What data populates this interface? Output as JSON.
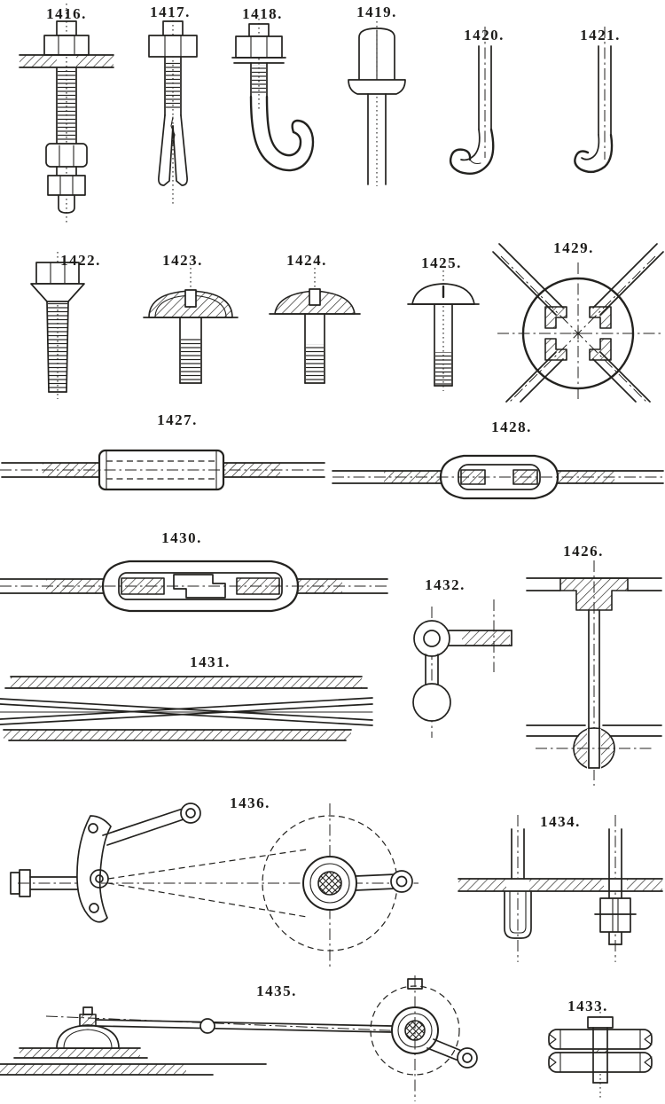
{
  "page": {
    "background": "#ffffff",
    "ink_color": "#23221f"
  },
  "figures": [
    {
      "id": "1416",
      "label": "1416."
    },
    {
      "id": "1417",
      "label": "1417."
    },
    {
      "id": "1418",
      "label": "1418."
    },
    {
      "id": "1419",
      "label": "1419."
    },
    {
      "id": "1420",
      "label": "1420."
    },
    {
      "id": "1421",
      "label": "1421."
    },
    {
      "id": "1422",
      "label": "1422."
    },
    {
      "id": "1423",
      "label": "1423."
    },
    {
      "id": "1424",
      "label": "1424."
    },
    {
      "id": "1425",
      "label": "1425."
    },
    {
      "id": "1429",
      "label": "1429."
    },
    {
      "id": "1427",
      "label": "1427."
    },
    {
      "id": "1428",
      "label": "1428."
    },
    {
      "id": "1430",
      "label": "1430."
    },
    {
      "id": "1426",
      "label": "1426."
    },
    {
      "id": "1432",
      "label": "1432."
    },
    {
      "id": "1431",
      "label": "1431."
    },
    {
      "id": "1436",
      "label": "1436."
    },
    {
      "id": "1434",
      "label": "1434."
    },
    {
      "id": "1435",
      "label": "1435."
    },
    {
      "id": "1433",
      "label": "1433."
    }
  ]
}
